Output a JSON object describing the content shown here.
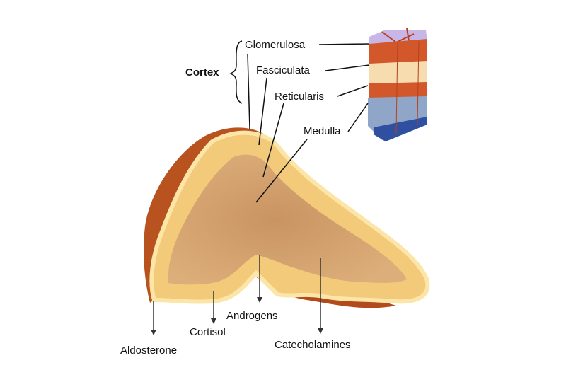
{
  "cortex_label": "Cortex",
  "layers": {
    "glomerulosa": "Glomerulosa",
    "fasciculata": "Fasciculata",
    "reticularis": "Reticularis",
    "medulla": "Medulla"
  },
  "hormones": {
    "aldosterone": "Aldosterone",
    "cortisol": "Cortisol",
    "androgens": "Androgens",
    "catecholamines": "Catecholamines"
  },
  "colors": {
    "rim": "#b8521f",
    "cortex": "#f3c97a",
    "cortex_edge": "#fbe6a8",
    "medulla": "#cf9c6c",
    "block_top": "#c7b6e6",
    "block_red": "#d2582c",
    "block_pale": "#f6dcae",
    "block_blue": "#2f4fa0"
  }
}
